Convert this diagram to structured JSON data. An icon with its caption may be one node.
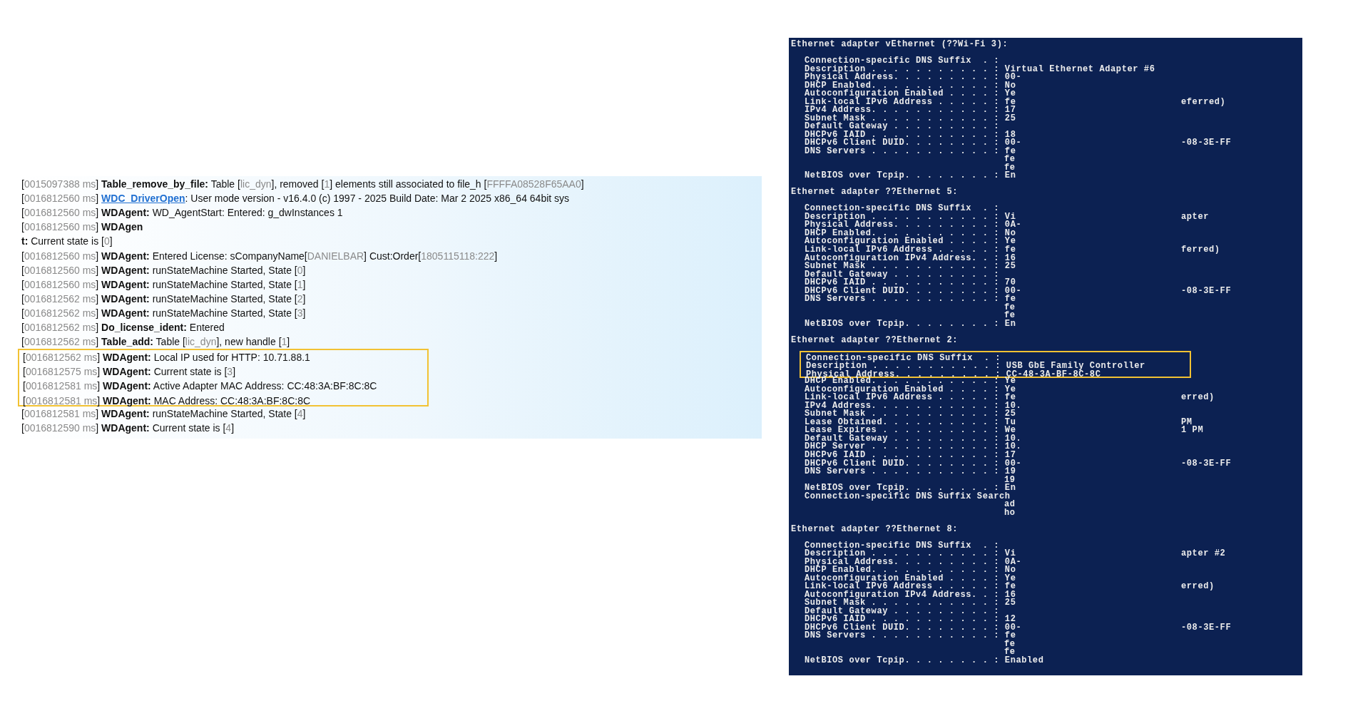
{
  "diagram": {
    "nodes": [
      {
        "text": [
          "[0015097388 ms] **Table_remove_by_file:** Table [lic_dyn], removed [1] elements still associated to file_h [FFFFA08528F65AA0]",
          "[0016812560 ms] **WDC_DriverOpen**: User mode version - v16.4.0 (c) 1997 - 2025 Build Date: Mar 2 2025 x86_64 64bit sys",
          "[0016812560 ms] **WDAgent:** WD_AgentStart: Entered: g_dwInstances 1",
          "[0016812560 ms] **WDAgen**",
          "**t:** Current state is [0]",
          "[0016812560 ms] **WDAgent:** Entered License: sCompanyName[DANIELBAR] Cust:Order[1805115118:222]",
          "[0016812560 ms] **WDAgent:** runStateMachine Started, State [0]",
          "[0016812560 ms] **WDAgent:** runStateMachine Started, State [1]",
          "[0016812562 ms] **WDAgent:** runStateMachine Started, State [2]",
          "[0016812562 ms] **WDAgent:** runStateMachine Started, State [3]",
          "[0016812562 ms] **Do_license_ident:** Entered",
          "[0016812562 ms] **Table_add:** Table [lic_dyn], new handle [1]",
          "[0016812581 ms] **WDAgent:** runStateMachine Started, State [4]",
          "[0016812590 ms] **WDAgent:** Current state is [4]"
        ]
      },
      {
        "text": [
          "[0016812562 ms] **WDAgent:** Local IP used for HTTP: 10.71.88.1",
          "[0016812575 ms] **WDAgent:** Current state is [3]",
          "[0016812581 ms] **WDAgent:** Active Adapter MAC Address: CC:48:3A:BF:8C:8C",
          "[0016812581 ms] **WDAgent:** MAC Address: CC:48:3A:BF:8C:8C"
        ],
        "in": 0
      },
      {
        "text": [
          "Ethernet adapter vEthernet (??Wi-Fi 3):",
          "Connection-specific DNS Suffix  . :",
          "Description . . . . . . . . . . . : Virtual Ethernet Adapter #6",
          "Physical Address. . . . . . . . . : 00-",
          "DHCP Enabled. . . . . . . . . . . : No",
          "Autoconfiguration Enabled . . . . : Ye",
          "Link-local IPv6 Address . . . . . : fe",
          "eferred)",
          "IPv4 Address. . . . . . . . . . . : 17",
          "Subnet Mask . . . . . . . . . . . : 25",
          "Default Gateway . . . . . . . . . :",
          "DHCPv6 IAID . . . . . . . . . . . : 18",
          "DHCPv6 Client DUID. . . . . . . . : 00-",
          "-08-3E-FF",
          "DNS Servers . . . . . . . . . . . : fe",
          "fe",
          "fe",
          "NetBIOS over Tcpip. . . . . . . . : En",
          "Ethernet adapter ??Ethernet 5:",
          "Connection-specific DNS Suffix  . :",
          "Description . . . . . . . . . . . : Vi",
          "apter",
          "Physical Address. . . . . . . . . : 0A-",
          "DHCP Enabled. . . . . . . . . . . : No",
          "Autoconfiguration Enabled . . . . : Ye",
          "Link-local IPv6 Address . . . . . : fe",
          "ferred)",
          "Autoconfiguration IPv4 Address. . : 16",
          "Subnet Mask . . . . . . . . . . . : 25",
          "Default Gateway . . . . . . . . . :",
          "DHCPv6 IAID . . . . . . . . . . . : 70",
          "DHCPv6 Client DUID. . . . . . . . : 00-",
          "-08-3E-FF",
          "DNS Servers . . . . . . . . . . . : fe",
          "fe",
          "fe",
          "NetBIOS over Tcpip. . . . . . . . : En",
          "Ethernet adapter ??Ethernet 2:",
          "DHCP Enabled. . . . . . . . . . . : Ye",
          "Autoconfiguration Enabled . . . . : Ye",
          "Link-local IPv6 Address . . . . . : fe",
          "erred)",
          "IPv4 Address. . . . . . . . . . . : 10.",
          "Subnet Mask . . . . . . . . . . . : 25",
          "Lease Obtained. . . . . . . . . . : Tu",
          "PM",
          "Lease Expires . . . . . . . . . . : We",
          "1 PM",
          "Default Gateway . . . . . . . . . : 10.",
          "DHCP Server . . . . . . . . . . . : 10.",
          "DHCPv6 IAID . . . . . . . . . . . : 17",
          "DHCPv6 Client DUID. . . . . . . . : 00-",
          "-08-3E-FF",
          "DNS Servers . . . . . . . . . . . : 19",
          "19",
          "NetBIOS over Tcpip. . . . . . . . : En",
          "Connection-specific DNS Suffix Search",
          "ad",
          "ho",
          "Ethernet adapter ??Ethernet 8:",
          "Connection-specific DNS Suffix  . :",
          "Description . . . . . . . . . . . : Vi",
          "apter #2",
          "Physical Address. . . . . . . . . : 0A-",
          "DHCP Enabled. . . . . . . . . . . : No",
          "Autoconfiguration Enabled . . . . : Ye",
          "Link-local IPv6 Address . . . . . : fe",
          "erred)",
          "Autoconfiguration IPv4 Address. . : 16",
          "Subnet Mask . . . . . . . . . . . : 25",
          "Default Gateway . . . . . . . . . :",
          "DHCPv6 IAID . . . . . . . . . . . : 12",
          "DHCPv6 Client DUID. . . . . . . . : 00-",
          "-08-3E-FF",
          "DNS Servers . . . . . . . . . . . : fe",
          "fe",
          "fe",
          "NetBIOS over Tcpip. . . . . . . . : Enabled"
        ]
      },
      {
        "text": [
          "Connection-specific DNS Suffix  . :",
          "Description . . . . . . . . . . . : USB GbE Family Controller",
          "Physical Address. . . . . . . . . : CC-48-3A-BF-8C-8C"
        ],
        "in": 2
      }
    ]
  }
}
